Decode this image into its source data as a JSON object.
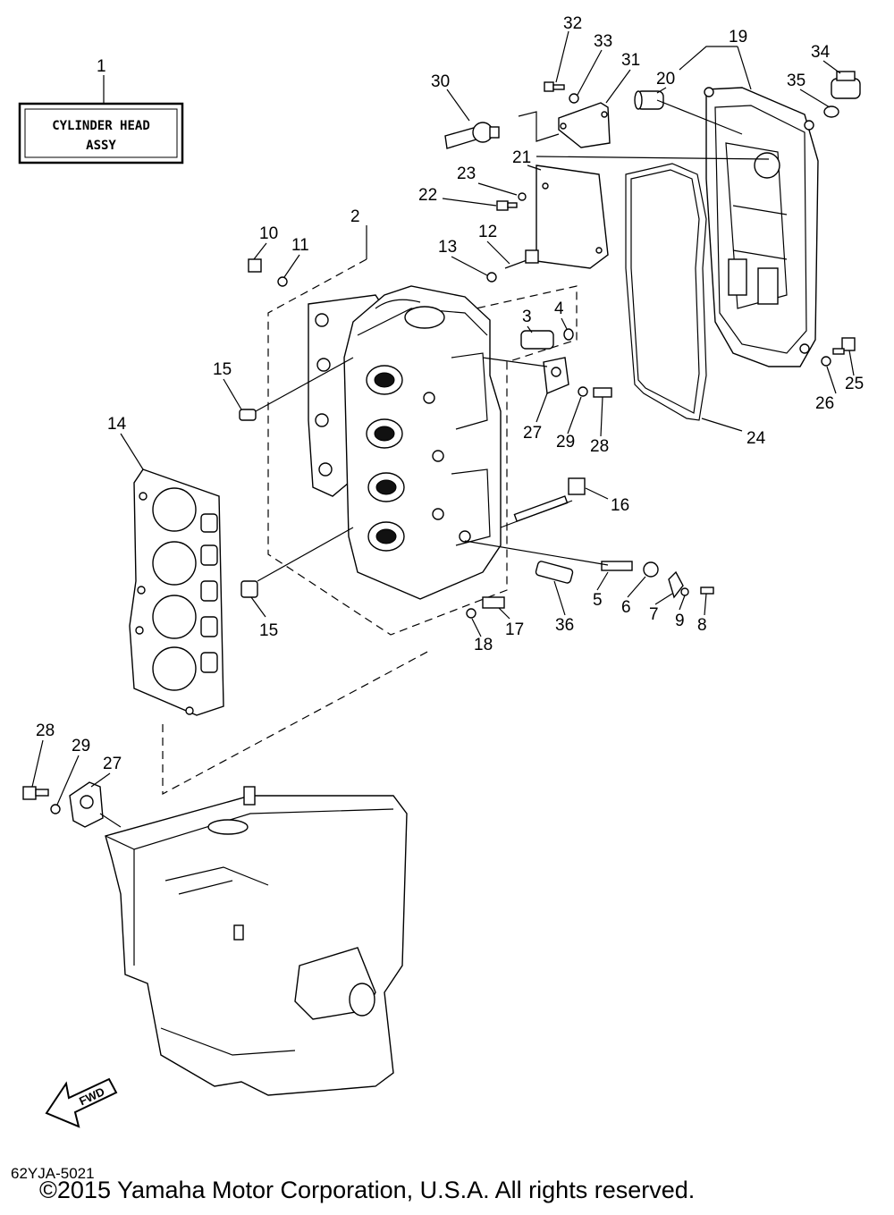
{
  "assembly": {
    "number": "1",
    "name_line1": "CYLINDER HEAD",
    "name_line2": "ASSY"
  },
  "fwd_label": "FWD",
  "diagram_code": "62YJA-5021",
  "copyright": "©2015 Yamaha Motor Corporation, U.S.A. All rights reserved.",
  "callouts": {
    "c2": "2",
    "c3": "3",
    "c4": "4",
    "c5": "5",
    "c6": "6",
    "c7": "7",
    "c8": "8",
    "c9": "9",
    "c10": "10",
    "c11": "11",
    "c12": "12",
    "c13": "13",
    "c14": "14",
    "c15a": "15",
    "c15b": "15",
    "c16": "16",
    "c17": "17",
    "c18": "18",
    "c19": "19",
    "c20": "20",
    "c21": "21",
    "c22": "22",
    "c23": "23",
    "c24": "24",
    "c25": "25",
    "c26": "26",
    "c27a": "27",
    "c27b": "27",
    "c28a": "28",
    "c28b": "28",
    "c29a": "29",
    "c29b": "29",
    "c30": "30",
    "c31": "31",
    "c32": "32",
    "c33": "33",
    "c34": "34",
    "c35": "35",
    "c36": "36"
  }
}
